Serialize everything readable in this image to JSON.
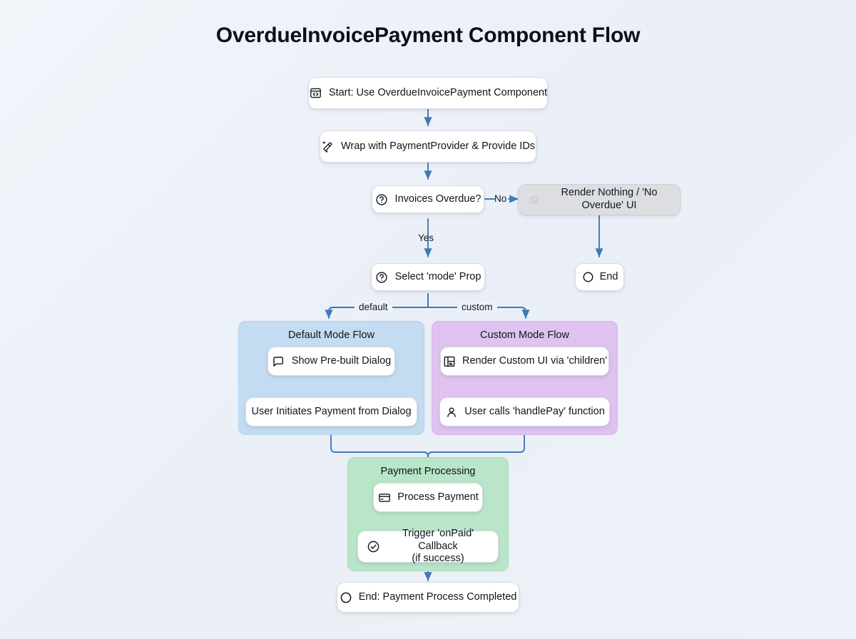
{
  "page": {
    "title": "OverdueInvoicePayment Component Flow",
    "background": "#eef2f8",
    "accent": "#3d7ab8"
  },
  "chart_data": {
    "type": "diagram",
    "title": "OverdueInvoicePayment Component Flow",
    "orientation": "top-to-bottom",
    "nodes": [
      {
        "id": "start",
        "label": "Start: Use OverdueInvoicePayment Component",
        "icon": "code-window-icon",
        "shape": "rounded",
        "fill": "#ffffff"
      },
      {
        "id": "wrap",
        "label": "Wrap with PaymentProvider & Provide IDs",
        "icon": "magic-wand-icon",
        "shape": "rounded",
        "fill": "#ffffff"
      },
      {
        "id": "overdue",
        "label": "Invoices Overdue?",
        "icon": "question-circle-icon",
        "shape": "decision",
        "fill": "#ffffff"
      },
      {
        "id": "rendernothing",
        "label": "Render Nothing / 'No Overdue' UI",
        "icon": "ban-icon",
        "shape": "rounded",
        "fill": "#dcdee1"
      },
      {
        "id": "end1",
        "label": "End",
        "icon": "circle-icon",
        "shape": "terminator",
        "fill": "#ffffff"
      },
      {
        "id": "mode",
        "label": "Select 'mode' Prop",
        "icon": "question-circle-icon",
        "shape": "decision",
        "fill": "#ffffff"
      },
      {
        "id": "dialog",
        "label": "Show Pre-built Dialog",
        "icon": "message-bubble-icon",
        "shape": "rounded",
        "fill": "#ffffff"
      },
      {
        "id": "initiate",
        "label": "User Initiates Payment from Dialog",
        "icon": "none",
        "shape": "rounded",
        "fill": "#ffffff"
      },
      {
        "id": "children",
        "label": "Render Custom UI via 'children'",
        "icon": "layout-template-icon",
        "shape": "rounded",
        "fill": "#ffffff"
      },
      {
        "id": "handlepay",
        "label": "User calls 'handlePay' function",
        "icon": "user-icon",
        "shape": "rounded",
        "fill": "#ffffff"
      },
      {
        "id": "process",
        "label": "Process Payment",
        "icon": "credit-card-icon",
        "shape": "rounded",
        "fill": "#ffffff"
      },
      {
        "id": "onpaid",
        "label": "Trigger 'onPaid' Callback (if success)",
        "icon": "check-circle-icon",
        "shape": "rounded",
        "fill": "#ffffff"
      },
      {
        "id": "end2",
        "label": "End: Payment Process Completed",
        "icon": "circle-icon",
        "shape": "terminator",
        "fill": "#ffffff"
      }
    ],
    "subgraphs": [
      {
        "id": "sg-default",
        "title": "Default Mode Flow",
        "fill": "#c3dcf2",
        "members": [
          "dialog",
          "initiate"
        ]
      },
      {
        "id": "sg-custom",
        "title": "Custom Mode Flow",
        "fill": "#dfc2f0",
        "members": [
          "children",
          "handlepay"
        ]
      },
      {
        "id": "sg-payment",
        "title": "Payment Processing",
        "fill": "#b9e5c8",
        "members": [
          "process",
          "onpaid"
        ]
      }
    ],
    "edges": [
      {
        "from": "start",
        "to": "wrap",
        "label": ""
      },
      {
        "from": "wrap",
        "to": "overdue",
        "label": ""
      },
      {
        "from": "overdue",
        "to": "rendernothing",
        "label": "No"
      },
      {
        "from": "overdue",
        "to": "mode",
        "label": "Yes"
      },
      {
        "from": "rendernothing",
        "to": "end1",
        "label": ""
      },
      {
        "from": "mode",
        "to": "sg-default",
        "label": "default"
      },
      {
        "from": "mode",
        "to": "sg-custom",
        "label": "custom"
      },
      {
        "from": "dialog",
        "to": "initiate",
        "label": ""
      },
      {
        "from": "children",
        "to": "handlepay",
        "label": ""
      },
      {
        "from": "initiate",
        "to": "sg-payment",
        "label": ""
      },
      {
        "from": "handlepay",
        "to": "sg-payment",
        "label": ""
      },
      {
        "from": "process",
        "to": "onpaid",
        "label": ""
      },
      {
        "from": "onpaid",
        "to": "end2",
        "label": ""
      }
    ]
  },
  "nodes": {
    "start": {
      "label": "Start: Use OverdueInvoicePayment Component"
    },
    "wrap": {
      "label": "Wrap with PaymentProvider & Provide IDs"
    },
    "overdue": {
      "label": "Invoices Overdue?"
    },
    "rendernothing": {
      "label": "Render Nothing / 'No Overdue' UI"
    },
    "end1": {
      "label": "End"
    },
    "mode": {
      "label": "Select 'mode' Prop"
    },
    "dialog": {
      "label": "Show Pre-built Dialog"
    },
    "initiate": {
      "label": "User Initiates Payment from Dialog"
    },
    "children": {
      "label": "Render Custom UI via 'children'"
    },
    "handlepay": {
      "label": "User calls 'handlePay' function"
    },
    "process": {
      "label": "Process Payment"
    },
    "onpaid_line1": {
      "label": "Trigger 'onPaid' Callback"
    },
    "onpaid_line2": {
      "label": "(if success)"
    },
    "end2": {
      "label": "End: Payment Process Completed"
    }
  },
  "subgraphs": {
    "default_title": "Default Mode Flow",
    "custom_title": "Custom Mode Flow",
    "payment_title": "Payment Processing"
  },
  "edge_labels": {
    "no": "No",
    "yes": "Yes",
    "default": "default",
    "custom": "custom"
  }
}
